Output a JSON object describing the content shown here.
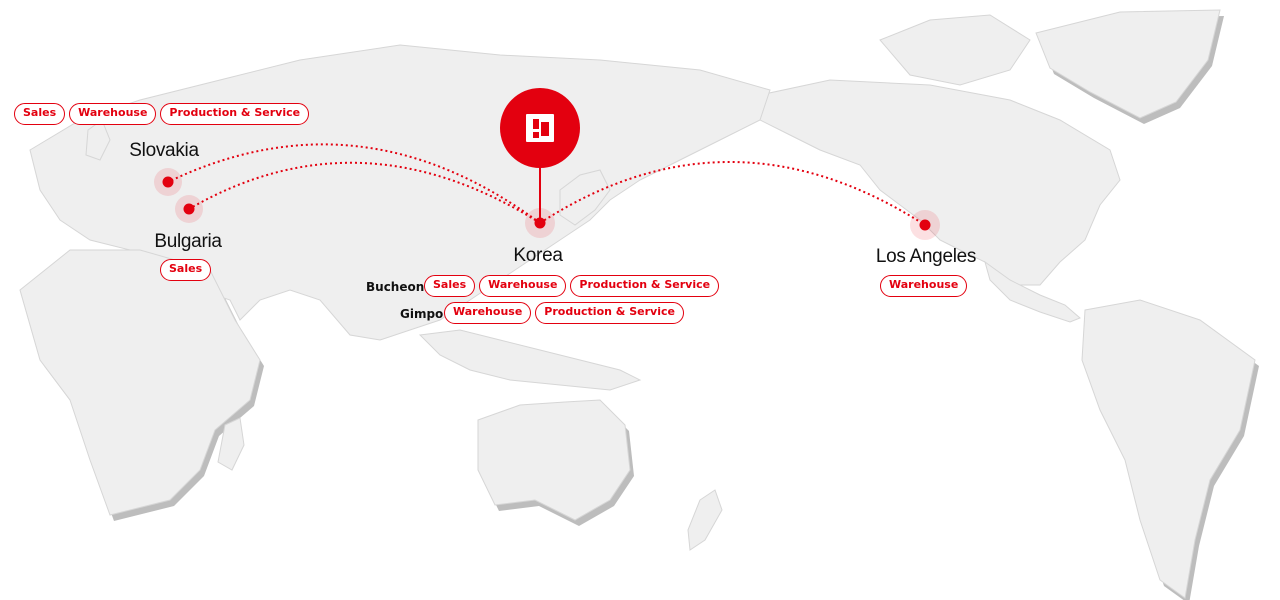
{
  "colors": {
    "accent": "#e3000f",
    "land": "#efefef",
    "land_shadow": "#bdbdbd",
    "background": "#ffffff"
  },
  "hub": {
    "label": "Korea",
    "logo_icon": "company-logo-icon",
    "sites": [
      {
        "name": "Bucheon",
        "tags": [
          "Sales",
          "Warehouse",
          "Production & Service"
        ]
      },
      {
        "name": "Gimpo",
        "tags": [
          "Warehouse",
          "Production & Service"
        ]
      }
    ]
  },
  "locations": [
    {
      "id": "slovakia",
      "label": "Slovakia",
      "tags": [
        "Sales",
        "Warehouse",
        "Production & Service"
      ]
    },
    {
      "id": "bulgaria",
      "label": "Bulgaria",
      "tags": [
        "Sales"
      ]
    },
    {
      "id": "los-angeles",
      "label": "Los Angeles",
      "tags": [
        "Warehouse"
      ]
    }
  ]
}
